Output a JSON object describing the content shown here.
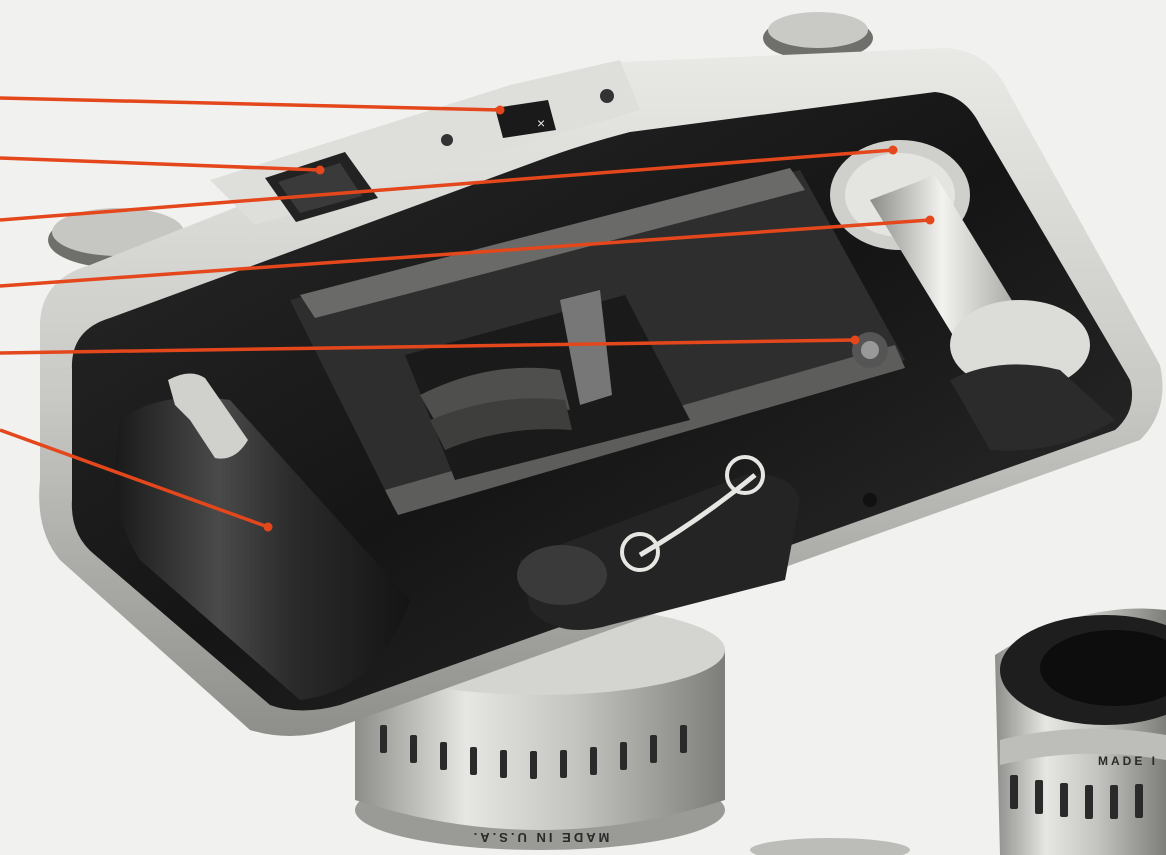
{
  "photo": {
    "subject": "camera-back-open-film-chamber",
    "style": "black-and-white-print-with-orange-leader-lines"
  },
  "colors": {
    "background": "#f1f1ef",
    "leader_line": "#e4471c",
    "body_dark": "#1c1c1c",
    "metal_light": "#d9d9d6"
  },
  "engravings": {
    "lens_left": "MADE IN U.S.A.",
    "lens_right": "MADE I"
  },
  "leader_lines": [
    {
      "id": "top-left-eyelet"
    },
    {
      "id": "counter-window"
    },
    {
      "id": "take-up-spool-top"
    },
    {
      "id": "take-up-spool-core"
    },
    {
      "id": "sprocket-wheel"
    },
    {
      "id": "supply-chamber"
    }
  ]
}
